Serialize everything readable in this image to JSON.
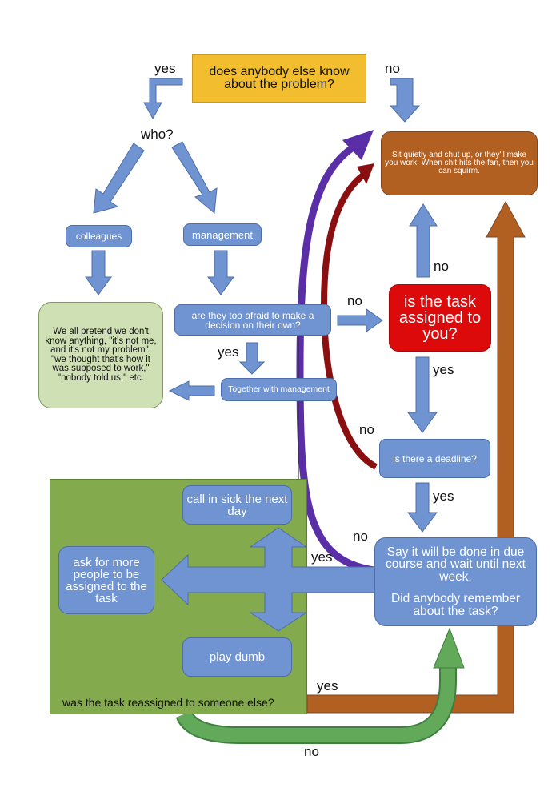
{
  "colors": {
    "yellow": "#f2bd2f",
    "orange_brown": "#b25f22",
    "red": "#dd0a0c",
    "blue": "#6f94d1",
    "light_green": "#cfe0b5",
    "green_panel": "#84aa4e",
    "green_arrow": "#62aa5a",
    "purple": "#5a2ea6",
    "dark_red": "#8a0f10"
  },
  "nodes": {
    "start": "does anybody else know about the problem?",
    "who": "who?",
    "sit_quietly": "Sit quietly and shut up, or they'll make you work. When shit hits the fan, then you can squirm.",
    "colleagues": "colleagues",
    "management": "management",
    "pretend": "We all pretend we don't know anything, \"it's not me, and it's not my problem\", \"we thought that's how it was supposed to work,\" \"nobody told us,\" etc.",
    "afraid": "are they too afraid to make a decision on their own?",
    "together": "Together with management",
    "assigned": "is the task assigned to you?",
    "deadline": "is there a deadline?",
    "say_done": "Say it will be done in due course and wait until next week.",
    "remember": "Did anybody remember about the task?",
    "call_sick": "call in sick the next day",
    "ask_more": "ask for more people to be assigned to the task",
    "play_dumb": "play dumb",
    "reassigned": "was the task reassigned to someone else?"
  },
  "labels": {
    "start_yes": "yes",
    "start_no": "no",
    "afraid_yes": "yes",
    "afraid_no": "no",
    "assigned_no": "no",
    "assigned_yes": "yes",
    "deadline_no": "no",
    "deadline_yes": "yes",
    "remember_no": "no",
    "remember_yes": "yes",
    "reassigned_yes": "yes",
    "reassigned_no": "no"
  }
}
